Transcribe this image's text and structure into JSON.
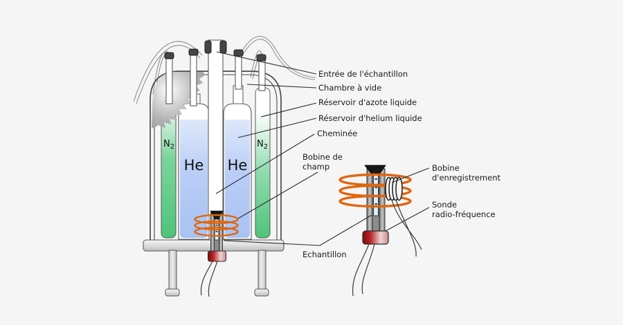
{
  "callouts": {
    "sample_inlet": "Entrée de l'échantillon",
    "vacuum_chamber": "Chambre à vide",
    "nitrogen_reservoir": "Réservoir d'azote liquide",
    "helium_reservoir": "Réservoir d'helium liquide",
    "chimney": "Cheminée",
    "field_coil_line1": "Bobine de",
    "field_coil_line2": "champ",
    "recording_coil_line1": "Bobine",
    "recording_coil_line2": "d'enregistrement",
    "rf_probe_line1": "Sonde",
    "rf_probe_line2": "radio-fréquence",
    "sample": "Echantillon"
  },
  "symbols": {
    "nitrogen_base": "N",
    "nitrogen_sub": "2",
    "helium_left": "He",
    "helium_right": "He"
  },
  "colors": {
    "background": "#f5f5f5",
    "nitrogen_green": "#4fc47a",
    "helium_blue": "#aec6f3",
    "coil_orange": "#e0660d",
    "probe_red": "#9c1212",
    "cap_dark": "#454545",
    "leader_line": "#2b2b2b"
  }
}
